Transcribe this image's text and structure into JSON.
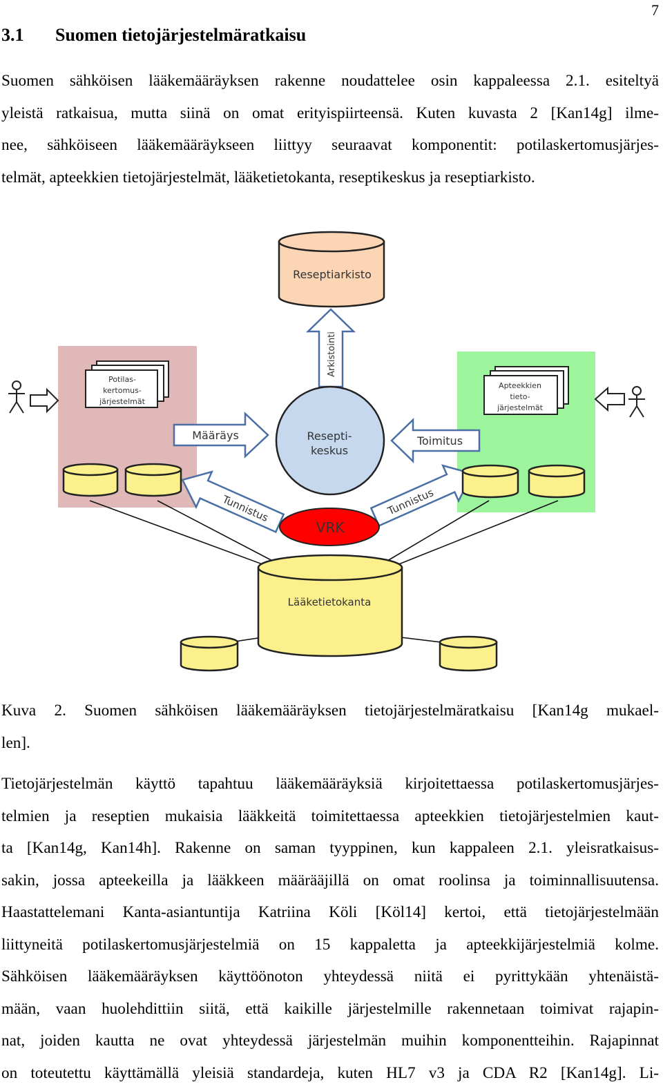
{
  "page_number": "7",
  "section": {
    "number": "3.1",
    "title": "Suomen tietojärjestelmäratkaisu"
  },
  "intro_lines": [
    "Suomen sähköisen lääkemääräyksen rakenne noudattelee osin kappaleessa 2.1. esiteltyä",
    "yleistä ratkaisua, mutta siinä on omat erityispiirteensä. Kuten kuvasta 2 [Kan14g] ilme-",
    "nee, sähköiseen lääkemääräykseen liittyy seuraavat komponentit: potilaskertomusjärjes-",
    "telmät, apteekkien tietojärjestelmät, lääketietokanta, reseptikeskus ja reseptiarkisto."
  ],
  "figure": {
    "reseptiarkisto": "Reseptiarkisto",
    "arkistointi": "Arkistointi",
    "potilas_lines": [
      "Potilas-",
      "kertomus-",
      "järjestelmät"
    ],
    "apteekkien_lines": [
      "Apteekkien",
      "tieto-",
      "järjestelmät"
    ],
    "maarays": "Määräys",
    "toimitus": "Toimitus",
    "reseptikeskus_lines": [
      "Resepti-",
      "keskus"
    ],
    "tunnistus_left": "Tunnistus",
    "tunnistus_right": "Tunnistus",
    "vrk": "VRK",
    "laaketietokanta": "Lääketietokanta",
    "colors": {
      "archive": "#fcd6b4",
      "left_panel": "#e0b8b8",
      "right_panel": "#9cf59c",
      "center": "#c6d8ee",
      "vrk": "#ff0000",
      "database": "#fbf08c",
      "arrow_stroke": "#4a6fa5"
    }
  },
  "caption_lines": [
    "Kuva 2. Suomen sähköisen lääkemääräyksen tietojärjestelmäratkaisu [Kan14g mukael-",
    "len]."
  ],
  "body_lines": [
    "Tietojärjestelmän käyttö tapahtuu lääkemääräyksiä kirjoitettaessa potilaskertomusjärjes-",
    "telmien ja reseptien mukaisia lääkkeitä toimitettaessa apteekkien tietojärjestelmien kaut-",
    "ta [Kan14g, Kan14h]. Rakenne on saman tyyppinen, kun kappaleen 2.1. yleisratkaisus-",
    "sakin, jossa apteekeilla ja lääkkeen määrääjillä on omat roolinsa ja toiminnallisuutensa.",
    "Haastattelemani Kanta-asiantuntija Katriina Köli [Köl14] kertoi, että tietojärjestelmään",
    "liittyneitä potilaskertomusjärjestelmiä on 15 kappaletta ja apteekkijärjestelmiä kolme.",
    "Sähköisen lääkemääräyksen käyttöönoton yhteydessä niitä ei pyrittykään yhtenäistä-",
    "mään, vaan huolehdittiin siitä, että kaikille järjestelmille rakennetaan toimivat rajapin-",
    "nat, joiden kautta ne ovat yhteydessä järjestelmän muihin komponentteihin. Rajapinnat",
    "on toteutettu käyttämällä yleisiä standardeja, kuten HL7 v3 ja CDA R2 [Kan14g]. Li-"
  ]
}
